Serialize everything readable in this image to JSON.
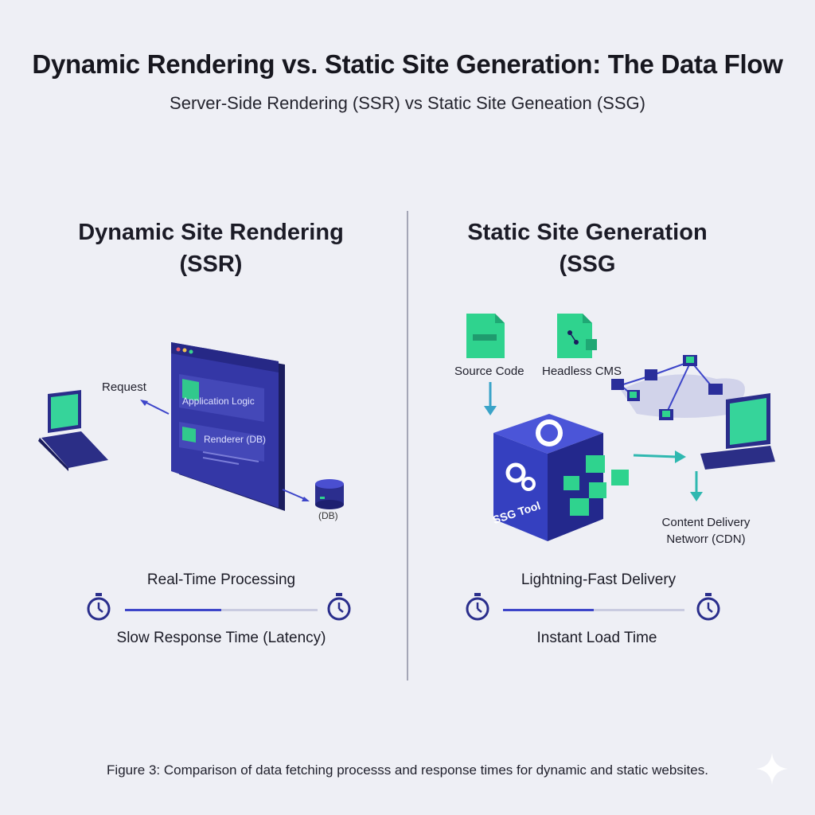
{
  "title": "Dynamic Rendering vs. Static Site Generation: The Data Flow",
  "subtitle": "Server-Side Rendering (SSR) vs Static Site Geneation (SSG)",
  "ssr": {
    "heading_line1": "Dynamic Site Rendering",
    "heading_line2": "(SSR)",
    "request_label": "Request",
    "browser_row1": "Application Logic",
    "browser_row2": "Renderer (DB)",
    "db_label": "(DB)",
    "metric_top": "Real-Time Processing",
    "metric_bottom": "Slow Response Time (Latency)",
    "progress": 0.5
  },
  "ssg": {
    "heading_line1": "Static Site Generation",
    "heading_line2": "(SSG",
    "source_label": "Source Code",
    "cms_label": "Headless CMS",
    "tool_label": "SSG Tool",
    "cdn_label_line1": "Content Delivery",
    "cdn_label_line2": "Networr (CDN)",
    "metric_top": "Lightning-Fast Delivery",
    "metric_bottom": "Instant Load Time",
    "progress": 0.5
  },
  "caption": "Figure 3: Comparison of data fetching processs and response times for dynamic and static websites.",
  "colors": {
    "accent_blue": "#3d45c9",
    "accent_green": "#2fd38e",
    "teal_arrow": "#2fb8b0",
    "dark_navy": "#1e2070"
  }
}
